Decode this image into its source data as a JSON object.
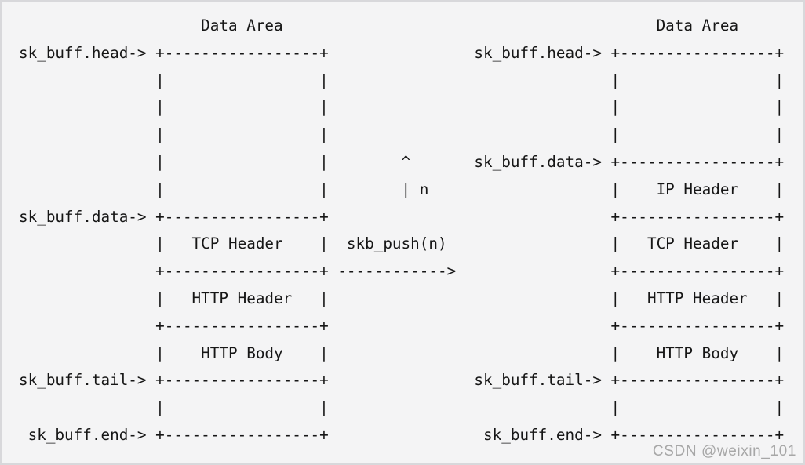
{
  "colors": {
    "background": "#f4f4f5",
    "border": "#d8d8db",
    "text": "#161616",
    "watermark": "#a7a7a7"
  },
  "left_buffer": {
    "title": "Data Area",
    "pointers": [
      "sk_buff.head->",
      "sk_buff.data->",
      "sk_buff.tail->",
      "sk_buff.end->"
    ],
    "segments": [
      "TCP Header",
      "HTTP Header",
      "HTTP Body"
    ],
    "ascii": [
      "                    Data Area",
      "sk_buff.head-> +-----------------+",
      "               |                 |",
      "               |                 |",
      "               |                 |",
      "               |                 |",
      "               |                 |",
      "sk_buff.data-> +-----------------+",
      "               |   TCP Header    |",
      "               +-----------------+",
      "               |   HTTP Header   |",
      "               +-----------------+",
      "               |    HTTP Body    |",
      "sk_buff.tail-> +-----------------+",
      "               |                 |",
      " sk_buff.end-> +-----------------+"
    ]
  },
  "operation": {
    "name": "skb_push(n)",
    "amount": "n",
    "up_arrow": "^",
    "right_arrow": "------------>",
    "ascii": [
      "",
      "",
      "",
      "",
      "",
      "        ^",
      "        | n",
      "",
      "  skb_push(n)",
      " ------------>",
      "",
      "",
      "",
      "",
      "",
      ""
    ]
  },
  "right_buffer": {
    "title": "Data Area",
    "pointers": [
      "sk_buff.head->",
      "sk_buff.data->",
      "sk_buff.tail->",
      "sk_buff.end->"
    ],
    "segments": [
      "IP Header",
      "TCP Header",
      "HTTP Header",
      "HTTP Body"
    ],
    "ascii": [
      "                    Data Area",
      "sk_buff.head-> +-----------------+",
      "               |                 |",
      "               |                 |",
      "               |                 |",
      "sk_buff.data-> +-----------------+",
      "               |    IP Header    |",
      "               +-----------------+",
      "               |   TCP Header    |",
      "               +-----------------+",
      "               |   HTTP Header   |",
      "               +-----------------+",
      "               |    HTTP Body    |",
      "sk_buff.tail-> +-----------------+",
      "               |                 |",
      " sk_buff.end-> +-----------------+"
    ]
  },
  "watermark": {
    "text": "CSDN @weixin_101"
  }
}
